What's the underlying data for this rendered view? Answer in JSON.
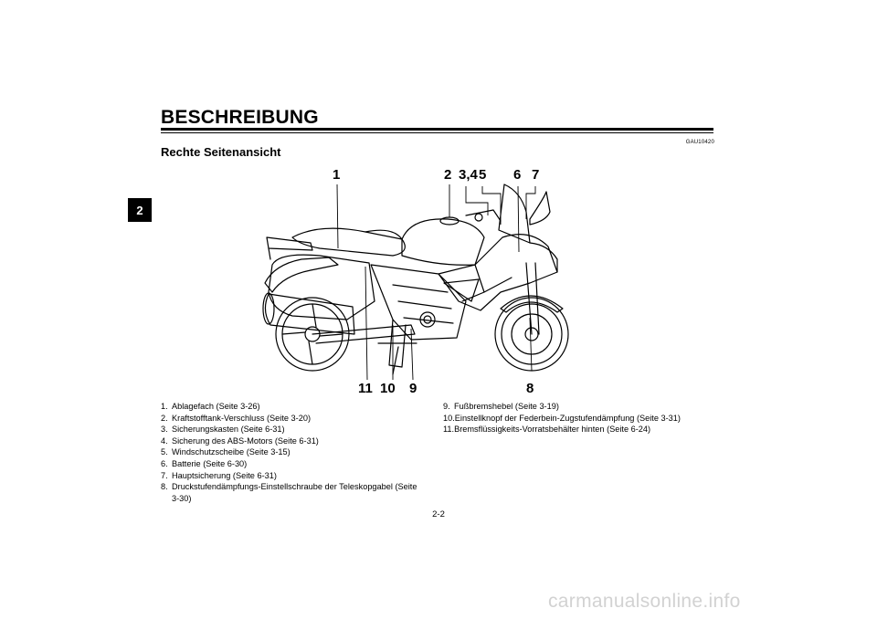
{
  "page": {
    "title": "BESCHREIBUNG",
    "chapter_tab": "2",
    "reference_code": "GAU10420",
    "section_heading": "Rechte Seitenansicht",
    "page_number": "2-2",
    "watermark": "carmanualsonline.info"
  },
  "figure": {
    "callouts": [
      "1",
      "2",
      "3,4",
      "5",
      "6",
      "7",
      "8",
      "9",
      "10",
      "11"
    ]
  },
  "legend": {
    "left": [
      {
        "num": "1.",
        "text": "Ablagefach (Seite 3-26)"
      },
      {
        "num": "2.",
        "text": "Kraftstofftank-Verschluss (Seite 3-20)"
      },
      {
        "num": "3.",
        "text": "Sicherungskasten (Seite 6-31)"
      },
      {
        "num": "4.",
        "text": "Sicherung des ABS-Motors (Seite 6-31)"
      },
      {
        "num": "5.",
        "text": "Windschutzscheibe (Seite 3-15)"
      },
      {
        "num": "6.",
        "text": "Batterie (Seite 6-30)"
      },
      {
        "num": "7.",
        "text": "Hauptsicherung (Seite 6-31)"
      },
      {
        "num": "8.",
        "text": "Druckstufendämpfungs-Einstellschraube der Teleskopgabel (Seite 3-30)"
      }
    ],
    "right": [
      {
        "num": "9.",
        "text": "Fußbremshebel (Seite 3-19)"
      },
      {
        "num": "10.",
        "text": "Einstellknopf der Federbein-Zugstufendämpfung (Seite 3-31)"
      },
      {
        "num": "11.",
        "text": "Bremsflüssigkeits-Vorratsbehälter hinten (Seite 6-24)"
      }
    ]
  }
}
